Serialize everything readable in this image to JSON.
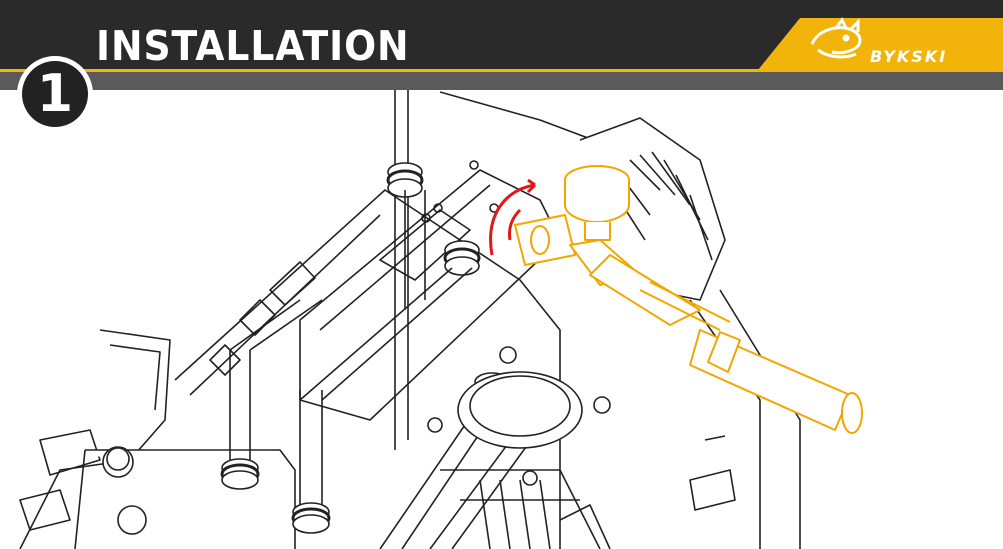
{
  "header": {
    "title": "INSTALLATION",
    "brand": "BYKSKI",
    "step_number": "1"
  },
  "illustration": {
    "subject": "water-cooling-installation-line-drawing",
    "highlight_color": "#f2a700",
    "arrow_color": "#e01818"
  },
  "colors": {
    "header_bg": "#2a2a2a",
    "accent": "#f2b40a",
    "band": "#5a5a5a"
  }
}
